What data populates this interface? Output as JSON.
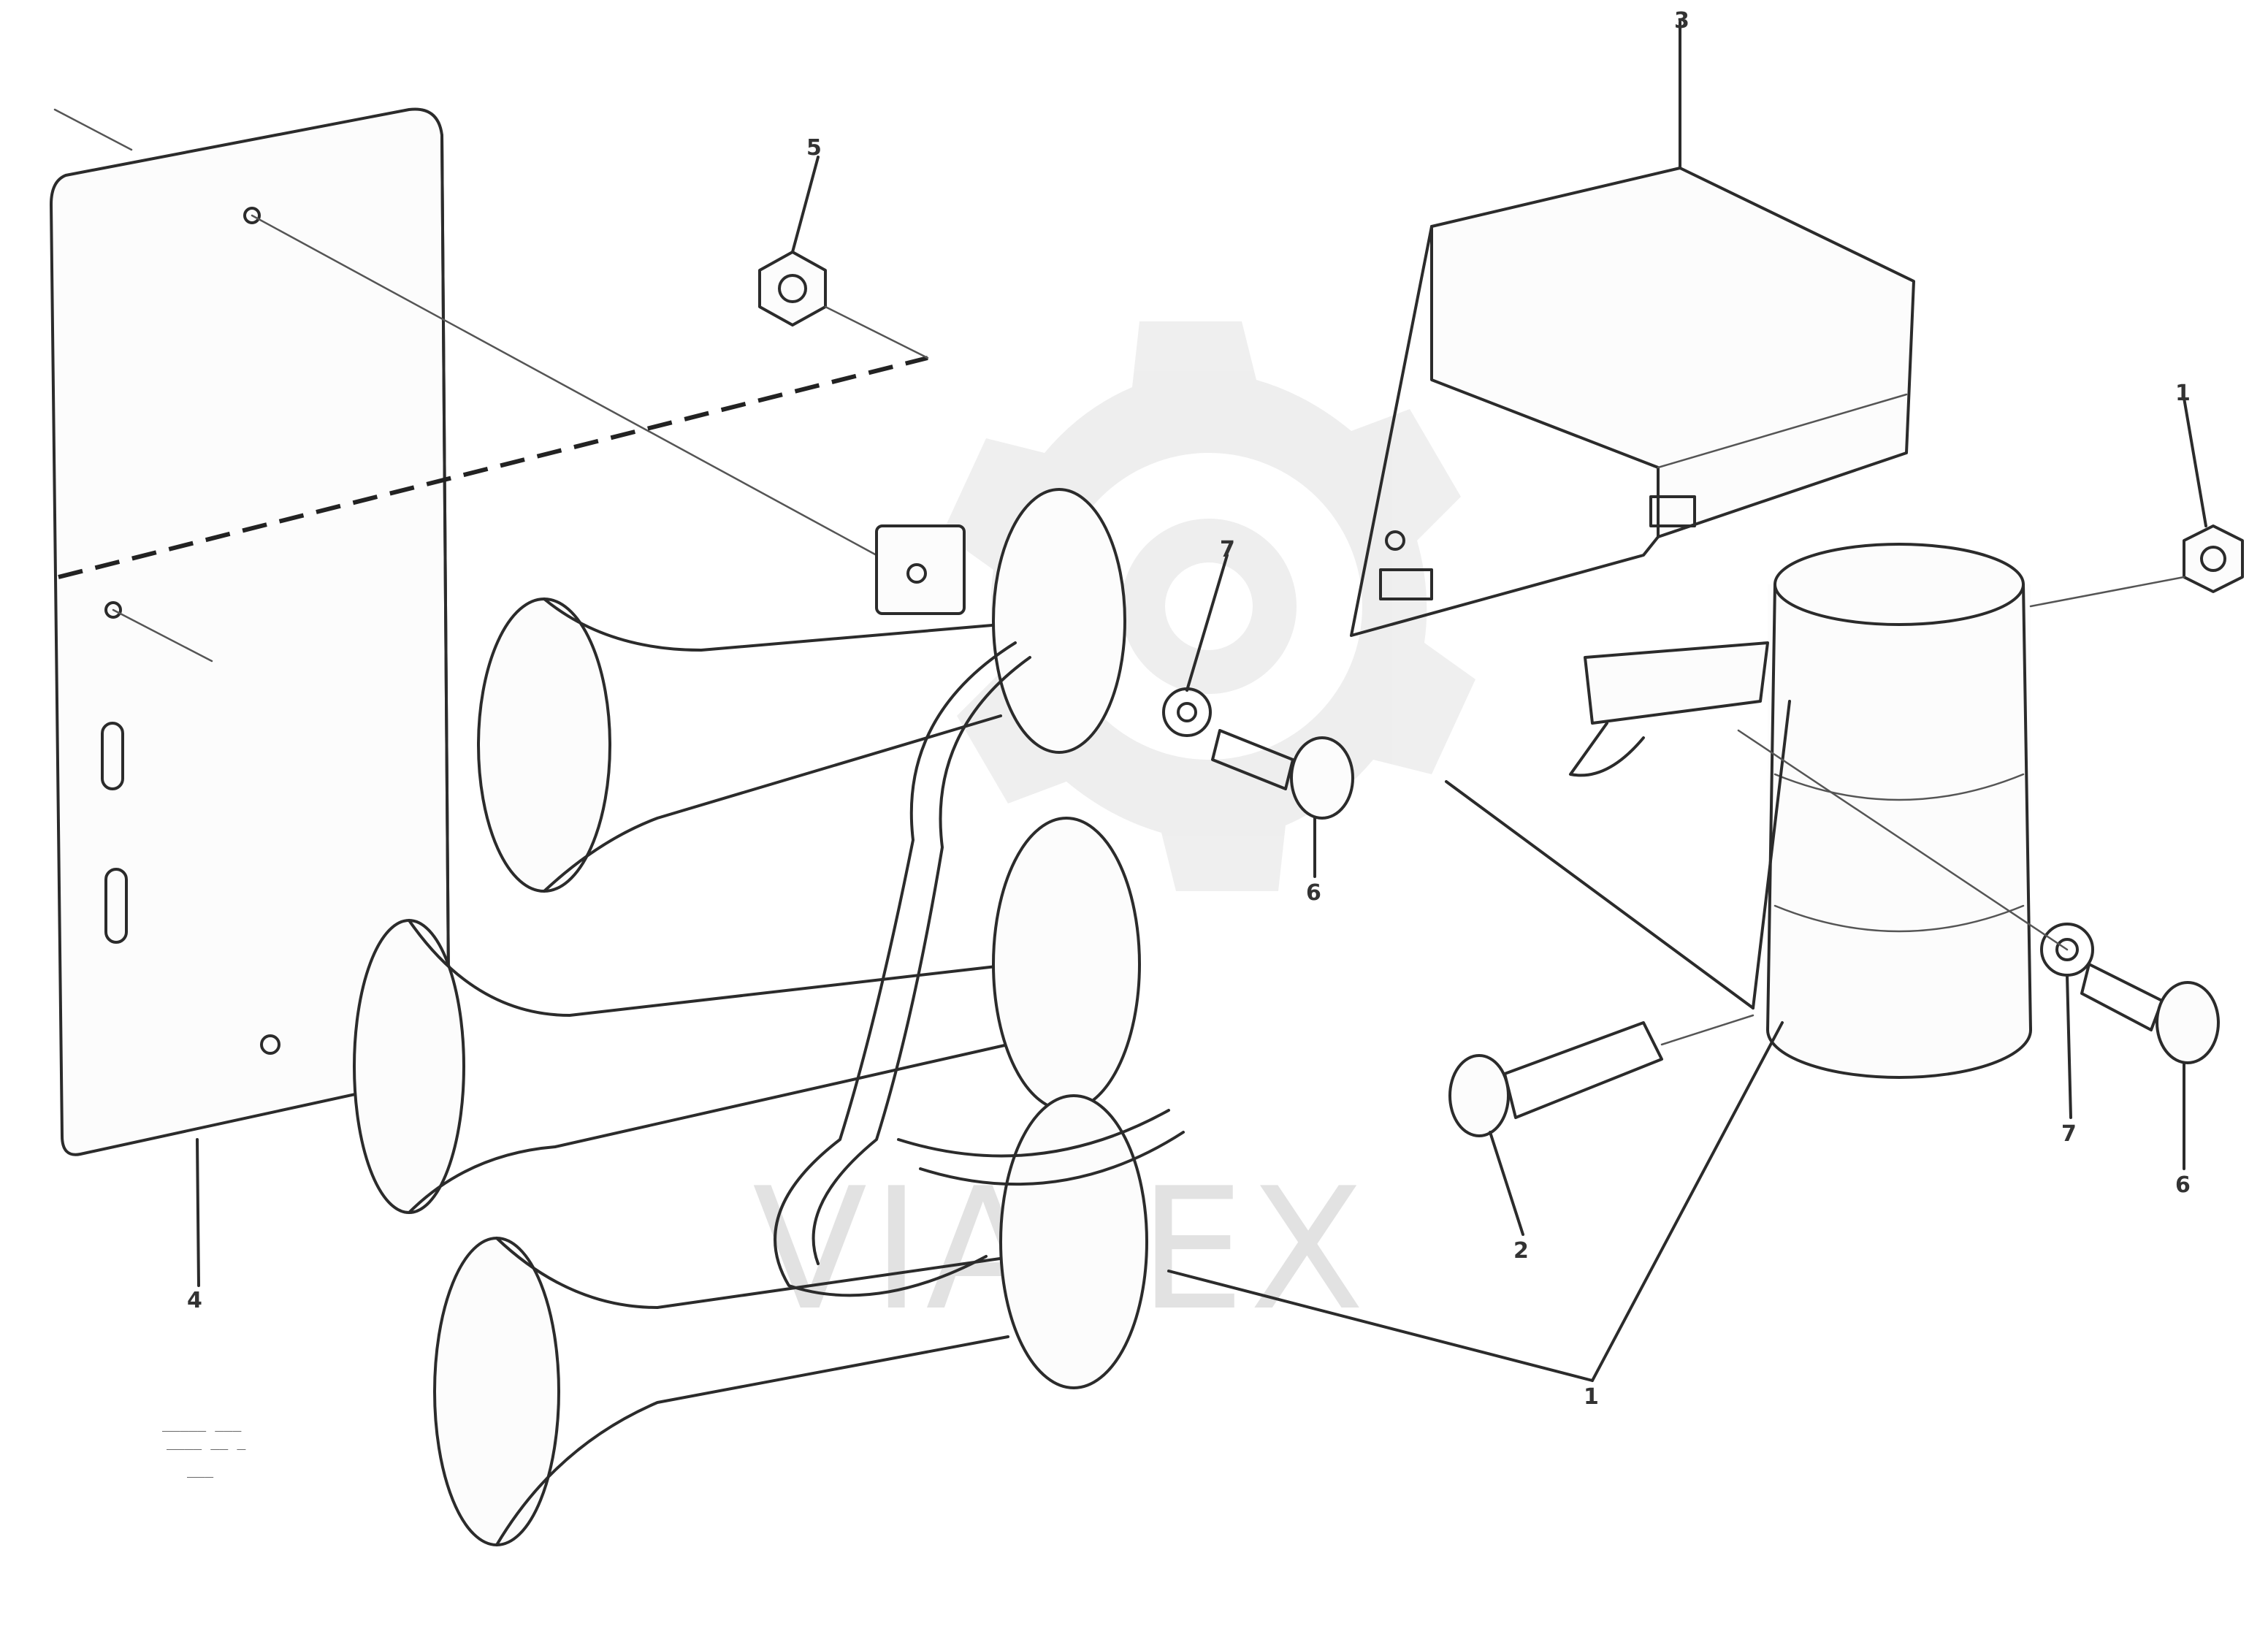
{
  "diagram": {
    "callouts": [
      {
        "id": "c-bracket",
        "label": "4"
      },
      {
        "id": "c-nut-top",
        "label": "5"
      },
      {
        "id": "c-cover",
        "label": "3"
      },
      {
        "id": "c-nut-right",
        "label": "1"
      },
      {
        "id": "c-washer-mid",
        "label": "7"
      },
      {
        "id": "c-bolt-mid",
        "label": "6"
      },
      {
        "id": "c-bolt-low",
        "label": "2"
      },
      {
        "id": "c-washer-right",
        "label": "7"
      },
      {
        "id": "c-bolt-right",
        "label": "6"
      },
      {
        "id": "c-horn-assembly",
        "label": "1"
      }
    ],
    "figure_code_lines": [
      "_____ ___",
      "____ __ _",
      "___"
    ],
    "watermark": {
      "text": "VIATEX",
      "colors": {
        "mark": "#e4e4e4"
      }
    },
    "line_color": "#2b2b2b"
  }
}
